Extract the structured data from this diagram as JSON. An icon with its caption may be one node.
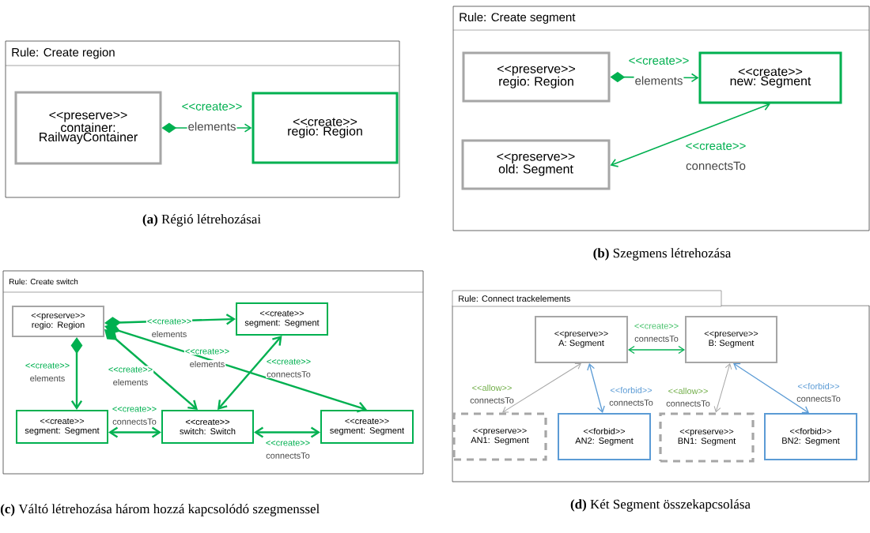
{
  "diagram": {
    "nodes": [
      {
        "text": [
          "Rule: Create region"
        ],
        "beside": [
          "**(a)** Régió létrehozásai"
        ]
      },
      {
        "text": [
          "<<preserve>>",
          "container: RailwayContainer"
        ],
        "in": 0
      },
      {
        "text": [
          "<<create>>",
          "regio: Region"
        ],
        "in": 0
      },
      {
        "text": [
          "Rule: Create segment"
        ],
        "beside": [
          "**(b)** Szegmens létrehozása"
        ]
      },
      {
        "text": [
          "<<preserve>>",
          "regio: Region"
        ],
        "in": 3
      },
      {
        "text": [
          "<<create>>",
          "new: Segment"
        ],
        "in": 3
      },
      {
        "text": [
          "<<preserve>>",
          "old: Segment"
        ],
        "in": 3
      },
      {
        "text": [
          "Rule: Create switch"
        ],
        "beside": [
          "**(c)** Váltó létrehozása három hozzá kapcsolódó szegmenssel"
        ]
      },
      {
        "text": [
          "<<preserve>>",
          "regio: Region"
        ],
        "in": 7
      },
      {
        "text": [
          "<<create>>",
          "segment: Segment"
        ],
        "in": 7
      },
      {
        "text": [
          "<<create>>",
          "segment: Segment"
        ],
        "in": 7
      },
      {
        "text": [
          "<<create>>",
          "switch: Switch"
        ],
        "in": 7
      },
      {
        "text": [
          "<<create>>",
          "segment: Segment"
        ],
        "in": 7
      },
      {
        "text": [
          "Rule: Connect trackelements"
        ],
        "beside": [
          "**(d)** Két Segment összekapcsolása"
        ]
      },
      {
        "text": [
          "<<preserve>>",
          "A: Segment"
        ],
        "in": 13
      },
      {
        "text": [
          "<<preserve>>",
          "B: Segment"
        ],
        "in": 13
      },
      {
        "text": [
          "<<preserve>>",
          "AN1: Segment"
        ],
        "in": 13
      },
      {
        "text": [
          "<<forbid>>",
          "AN2: Segment"
        ],
        "in": 13
      },
      {
        "text": [
          "<<preserve>>",
          "BN1: Segment"
        ],
        "in": 13
      },
      {
        "text": [
          "<<forbid>>",
          "BN2: Segment"
        ],
        "in": 13
      }
    ],
    "edges": [
      {
        "from": 1,
        "to": 2,
        "arrow": "to",
        "label": "elements"
      },
      {
        "from": 4,
        "to": 5,
        "arrow": "to",
        "label": "elements"
      },
      {
        "from": 5,
        "to": 6,
        "arrow": "both",
        "label": "connectsTo"
      },
      {
        "from": 8,
        "to": 9,
        "arrow": "to",
        "label": "elements"
      },
      {
        "from": 8,
        "to": 10,
        "arrow": "to",
        "label": "elements"
      },
      {
        "from": 8,
        "to": 11,
        "arrow": "to",
        "label": "elements"
      },
      {
        "from": 8,
        "to": 12,
        "arrow": "to",
        "label": "elements"
      },
      {
        "from": 9,
        "to": 11,
        "arrow": "both",
        "label": "connectsTo"
      },
      {
        "from": 10,
        "to": 11,
        "arrow": "both",
        "label": "connectsTo"
      },
      {
        "from": 11,
        "to": 12,
        "arrow": "both",
        "label": "connectsTo"
      },
      {
        "from": 14,
        "to": 15,
        "arrow": "both",
        "label": "connectsTo"
      },
      {
        "from": 14,
        "to": 16,
        "arrow": "both",
        "color": "#a6a6a6",
        "label": "connectsTo"
      },
      {
        "from": 14,
        "to": 17,
        "arrow": "both",
        "color": "#5b9bd5",
        "label": "connectsTo"
      },
      {
        "from": 15,
        "to": 18,
        "arrow": "both",
        "color": "#a6a6a6",
        "label": "connectsTo"
      },
      {
        "from": 15,
        "to": 19,
        "arrow": "both",
        "color": "#5b9bd5",
        "label": "connectsTo"
      }
    ],
    "labels": [
      "<<create>>",
      "<<create>>",
      "<<create>>",
      "<<create>>",
      "<<create>>",
      "<<create>>",
      "<<create>>",
      "<<create>>",
      "<<create>>",
      "<<create>>",
      "<<create>>",
      "<<allow>>",
      "<<forbid>>",
      "<<allow>>",
      "<<forbid>>"
    ]
  }
}
